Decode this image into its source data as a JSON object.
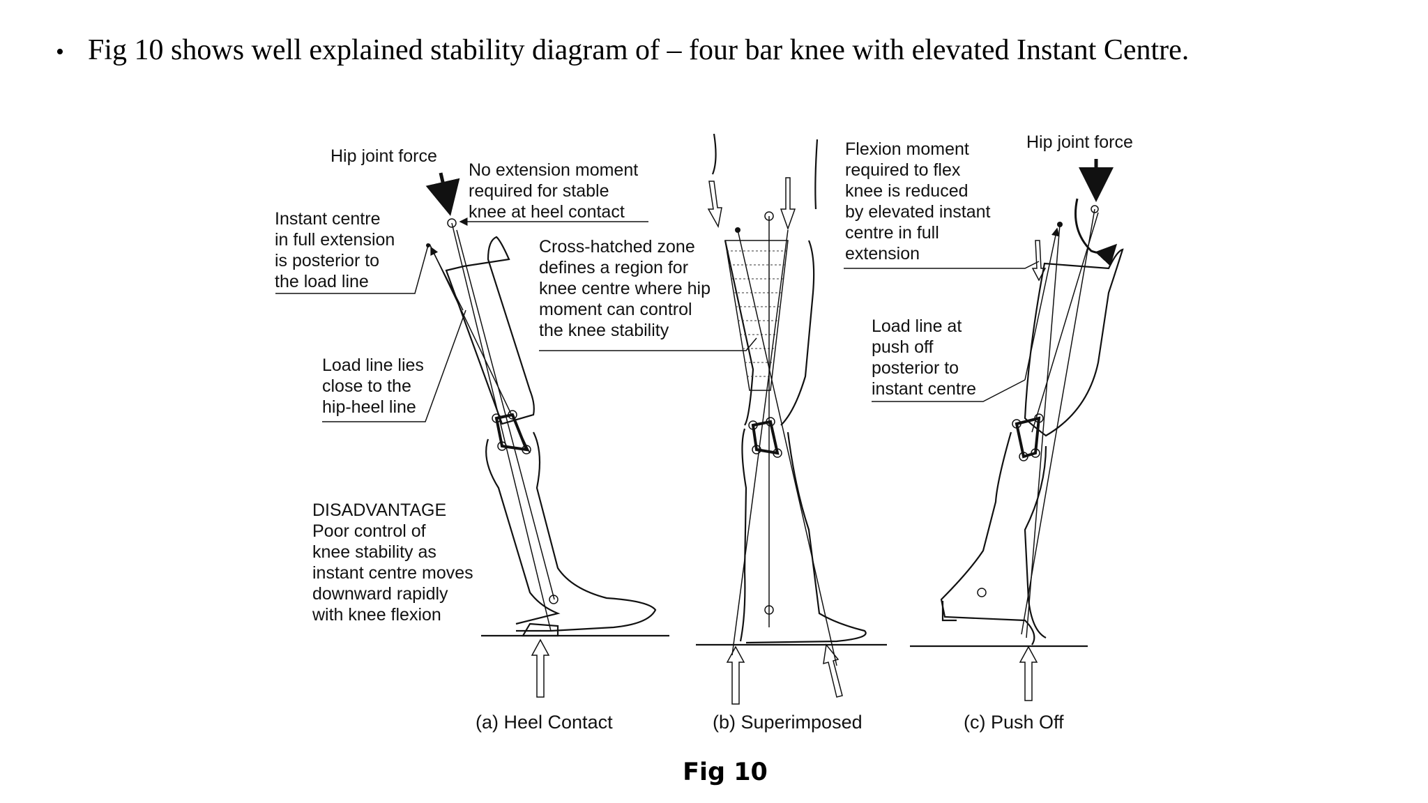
{
  "slide": {
    "bullet": "Fig 10 shows well explained stability diagram of – four bar knee with elevated Instant Centre.",
    "figure_caption": "Fig 10"
  },
  "diagram": {
    "panel_a": {
      "hip_joint_force": "Hip joint force",
      "no_extension": [
        "No extension moment",
        "required for stable",
        "knee at heel contact"
      ],
      "instant_centre": [
        "Instant centre",
        "in full extension",
        "is posterior to",
        "the load line"
      ],
      "load_line": [
        "Load line lies",
        "close to the",
        "hip-heel line"
      ],
      "disadvantage": [
        "DISADVANTAGE",
        "Poor control of",
        "knee stability as",
        "instant centre moves",
        "downward rapidly",
        "with knee flexion"
      ],
      "caption": "(a) Heel Contact"
    },
    "panel_b": {
      "cross_hatched": [
        "Cross-hatched zone",
        "defines a region for",
        "knee centre where hip",
        "moment can control",
        "the knee stability"
      ],
      "caption": "(b) Superimposed"
    },
    "panel_c": {
      "flexion_moment": [
        "Flexion moment",
        "required to flex",
        "knee is reduced",
        "by elevated instant",
        "centre in full",
        "extension"
      ],
      "hip_joint_force": "Hip joint force",
      "load_line_pushoff": [
        "Load line at",
        "push off",
        "posterior to",
        "instant centre"
      ],
      "caption": "(c) Push Off"
    }
  }
}
